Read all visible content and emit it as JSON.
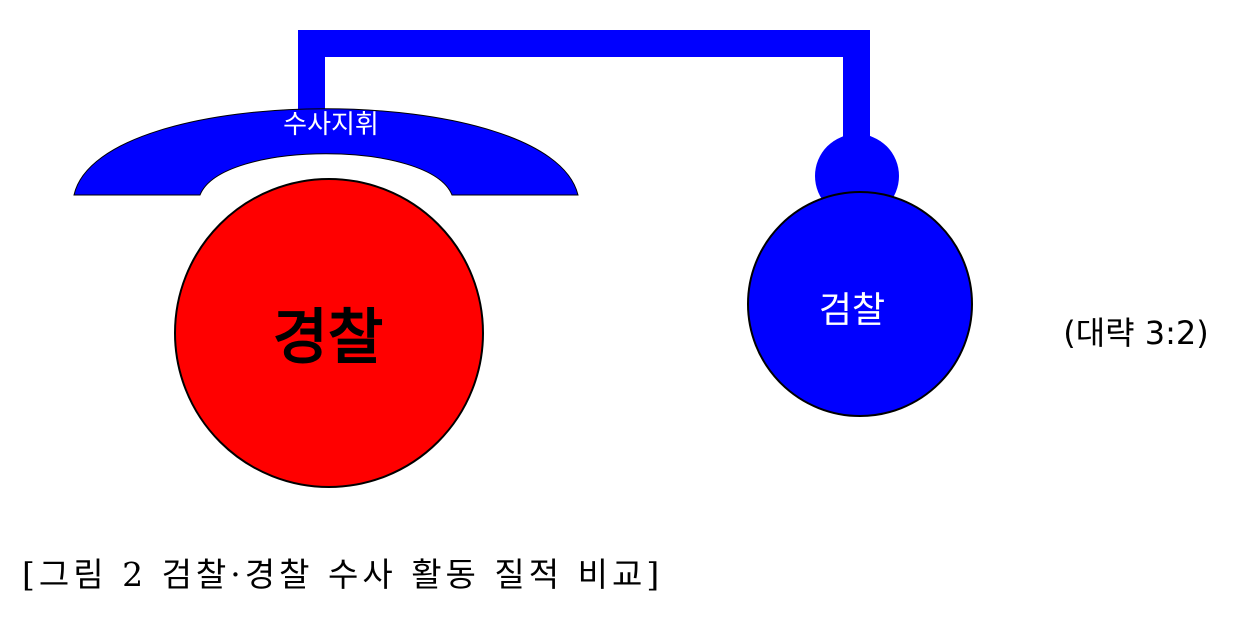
{
  "diagram": {
    "command_label": "수사지휘",
    "police_label": "경찰",
    "prosecution_label": "검찰",
    "ratio_label": "(대략 3:2)",
    "colors": {
      "prosecution_blue": "#0000ff",
      "police_red": "#ff0000",
      "outline": "#000000",
      "background": "#ffffff"
    }
  },
  "caption": "[그림 2 검찰·경찰 수사 활동 질적 비교]"
}
